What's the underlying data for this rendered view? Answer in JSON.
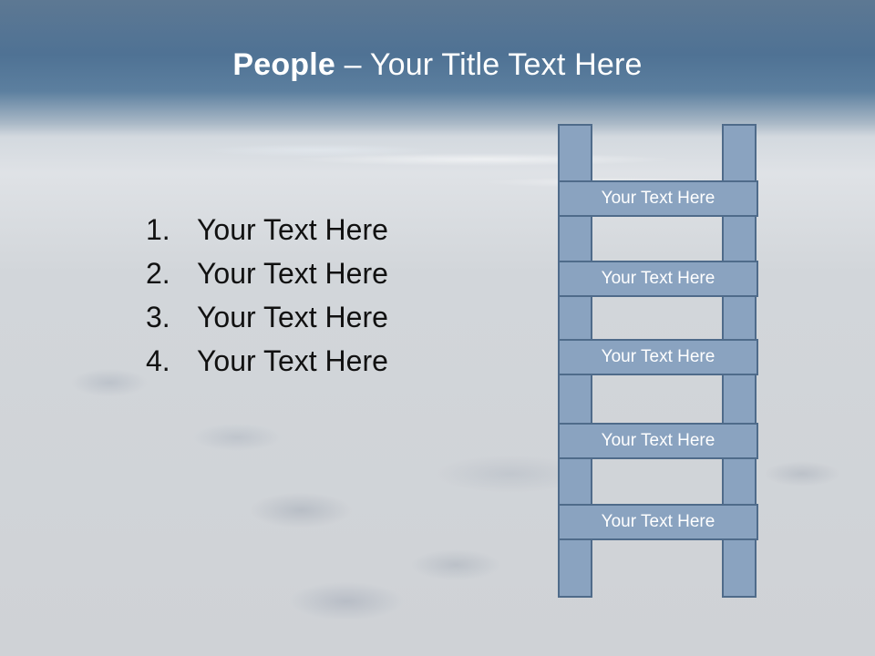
{
  "title": {
    "bold": "People",
    "separator": " – ",
    "rest": "Your Title Text Here"
  },
  "list": {
    "items": [
      {
        "num": "1.",
        "text": "Your Text Here"
      },
      {
        "num": "2.",
        "text": "Your Text Here"
      },
      {
        "num": "3.",
        "text": "Your Text Here"
      },
      {
        "num": "4.",
        "text": "Your Text Here"
      }
    ]
  },
  "ladder": {
    "rungs": [
      "Your Text Here",
      "Your Text Here",
      "Your Text Here",
      "Your Text Here",
      "Your Text Here"
    ]
  },
  "colors": {
    "header_blue": "#4f7294",
    "ladder_fill": "#8aa3c0",
    "ladder_border": "#4f6b8a"
  }
}
